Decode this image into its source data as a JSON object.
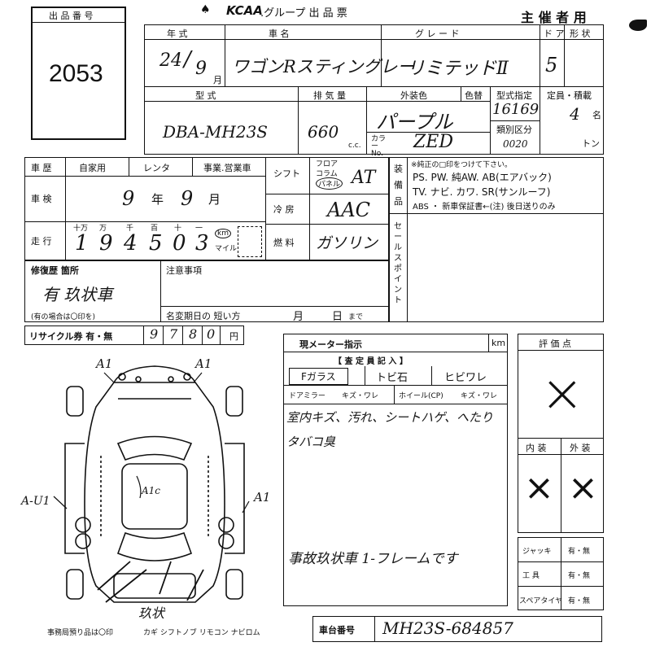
{
  "header": {
    "lot_number_label": "出 品 番 号",
    "lot_number": "2053",
    "brand": "KCAA",
    "title": ".グループ 出 品 票",
    "organizer": "主 催 者 用"
  },
  "vehicle": {
    "year_label": "年 式",
    "year": "24",
    "month": "9",
    "month_unit": "月",
    "name_label": "車 名",
    "name": "ワゴンRスティングレー",
    "grade_label": "グ レ ー ド",
    "grade": "リミテッドⅡ",
    "doors_label": "ド ア",
    "doors": "5",
    "shape_label": "形 状",
    "model_label": "型 式",
    "model": "DBA-MH23S",
    "displacement_label": "排 気 量",
    "displacement": "660",
    "cc_unit": "c.c.",
    "exterior_color_label": "外装色",
    "exterior_color": "パープル",
    "color_change_label": "色替",
    "color_no_label": "カラー No.",
    "color_no": "ZED",
    "type_spec_label": "型式指定",
    "type_spec": "16169",
    "category_label": "類別区分",
    "category": "0020",
    "capacity_label": "定員・積載",
    "capacity": "4",
    "capacity_unit": "名",
    "load_unit": "トン"
  },
  "history": {
    "history_label": "車 歴",
    "private_label": "自家用",
    "rental_label": "レンタ",
    "business_label": "事業.営業車",
    "inspection_label": "車 検",
    "inspection_year": "9",
    "inspection_year_unit": "年",
    "inspection_month": "9",
    "inspection_month_unit": "月",
    "mileage_label": "走 行",
    "mileage_digit_labels": [
      "十万",
      "万",
      "千",
      "百",
      "十",
      "一"
    ],
    "mileage_digits": [
      "1",
      "9",
      "4",
      "5",
      "0",
      "3"
    ],
    "km_label": "km",
    "mile_label": "マイル"
  },
  "specs": {
    "shift_label": "シフト",
    "floor_label": "フロア",
    "column_label": "コラム",
    "panel_label": "パネル",
    "shift_value": "AT",
    "ac_label": "冷 房",
    "ac_value": "AAC",
    "fuel_label": "燃 料",
    "fuel_value": "ガソリン"
  },
  "equipment": {
    "label": "装 備 品",
    "note": "※純正の□印をつけて下さい。",
    "line1": "PS. PW. 純AW. AB(エアバック)",
    "line2": "TV. ナビ. カワ. SR(サンルーフ)",
    "line3": "ABS ・ 新車保証書←(注) 後日送りのみ",
    "sales_point_label": "セ ー ル ス ポ イ ン ト"
  },
  "repair": {
    "label": "修復歴 箇所",
    "value": "有 玖状車",
    "note": "(有の場合は〇印を)",
    "notes_label": "注意事項",
    "name_change_label": "名変期日の 短い方",
    "month_label": "月",
    "day_label": "日",
    "until_label": "まで"
  },
  "recycle": {
    "label": "リサイクル券 有・無",
    "digits": [
      "9",
      "7",
      "8",
      "0"
    ],
    "yen": "円"
  },
  "meter": {
    "label": "現メーター指示",
    "km": "km",
    "inspector_label": "【 査 定 員 記 入 】",
    "glass_label": "Fガラス",
    "glass_option1": "トビ石",
    "glass_option2": "ヒビワレ",
    "mirror_label": "ドアミラー",
    "mirror_options": "キズ・ワレ",
    "wheel_label": "ホイール(CP)",
    "wheel_options": "キズ・ワレ",
    "comment1": "室内キズ、汚れ、シートハゲ、へたり",
    "comment2": "タバコ臭",
    "comment3": "事故玖状車 1-フレームです"
  },
  "rating": {
    "label": "評 価 点",
    "interior_label": "内 装",
    "exterior_label": "外 装",
    "overall": "×",
    "interior": "×",
    "exterior": "×",
    "jack_label": "ジャッキ",
    "tools_label": "工 具",
    "spare_label": "スペアタイヤ",
    "yes_no": "有・無"
  },
  "diagram": {
    "marks_front_left": "A1",
    "marks_front_right": "A1",
    "marks_left": "A-U1",
    "marks_right": "A1",
    "marks_roof": "A1c",
    "marks_bottom": "玖状"
  },
  "footer": {
    "office_items": "事務局預り品は〇印",
    "items": "カギ シフトノブ リモコン ナビロム",
    "chassis_label": "車台番号",
    "chassis_number": "MH23S-684857"
  }
}
